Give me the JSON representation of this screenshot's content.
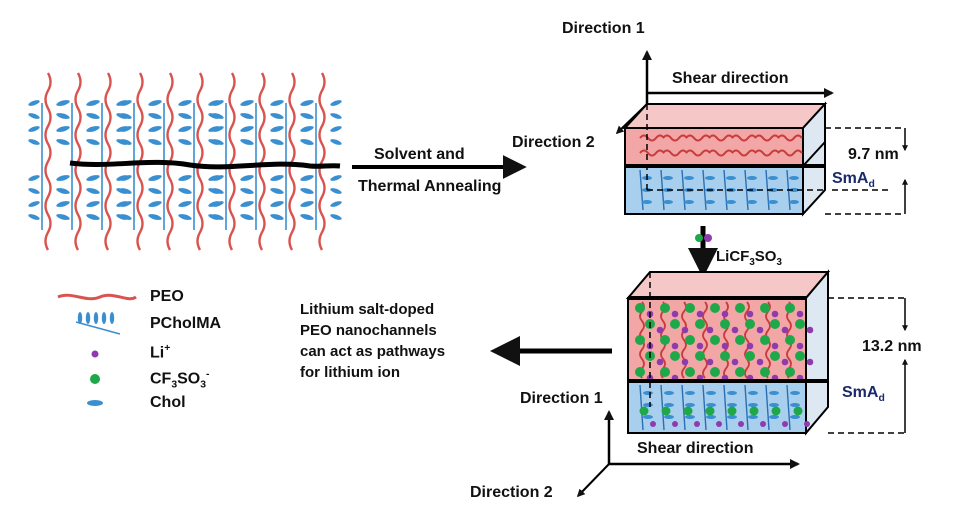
{
  "labels": {
    "direction1_top": "Direction 1",
    "shear_top": "Shear direction",
    "direction2_top": "Direction 2",
    "spacing_top": "9.7 nm",
    "spacing_bottom": "13.2 nm",
    "sma_top": "SmA",
    "sma_top_sub": "d",
    "sma_bottom": "SmA",
    "sma_bottom_sub": "d",
    "process_line1": "Solvent and",
    "process_line2": "Thermal Annealing",
    "salt_main": "LiCF",
    "salt_sub": "3",
    "salt_tail": "SO",
    "salt_sub2": "3",
    "pathway_lines": [
      "Lithium salt-doped",
      "PEO nanochannels",
      "can act as pathways",
      "for lithium ion"
    ],
    "direction1_bottom": "Direction 1",
    "shear_bottom": "Shear direction",
    "direction2_bottom": "Direction 2"
  },
  "legend": {
    "peo": "PEO",
    "pcholma": "PCholMA",
    "li": "Li",
    "li_sup": "+",
    "cf3so3_a": "CF",
    "cf3so3_sub1": "3",
    "cf3so3_b": "SO",
    "cf3so3_sub2": "3",
    "cf3so3_sup": "-",
    "chol": "Chol"
  },
  "colors": {
    "peo_red": "#d9534f",
    "chol_blue": "#3a8fd0",
    "li_purple": "#8e3bb0",
    "anion_green": "#1fa84a",
    "peo_layer": "#f2a6a6",
    "chol_layer": "#a9cfee",
    "text_navy": "#1b2a6b"
  }
}
